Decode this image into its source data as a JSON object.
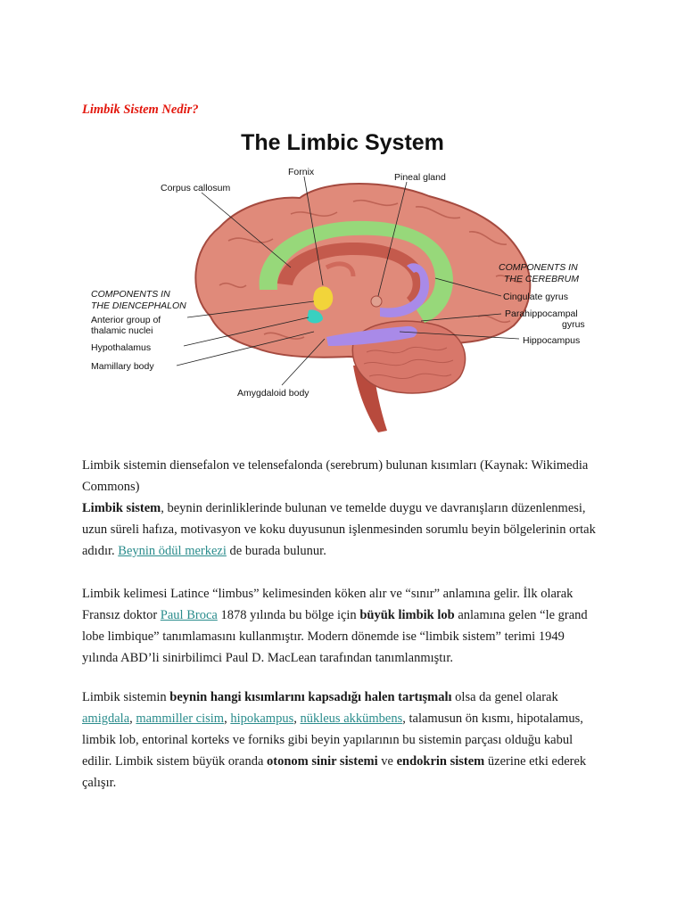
{
  "heading": "Limbik Sistem Nedir?",
  "figure": {
    "title": "The Limbic System",
    "group_left": [
      "COMPONENTS IN",
      "THE DIENCEPHALON"
    ],
    "group_right": [
      "COMPONENTS IN",
      "THE CEREBRUM"
    ],
    "labels": {
      "fornix": "Fornix",
      "pineal": "Pineal gland",
      "corpus": "Corpus callosum",
      "anterior": [
        "Anterior group of",
        "thalamic nuclei"
      ],
      "hypothalamus": "Hypothalamus",
      "mamillary": "Mamillary body",
      "amygdaloid": "Amygdaloid body",
      "cingulate": "Cingulate gyrus",
      "parahippocampal": [
        "Parahippocampal",
        "gyrus"
      ],
      "hippocampus": "Hippocampus"
    }
  },
  "caption": "Limbik sistemin diensefalon ve telensefalonda (serebrum) bulunan kısımları (Kaynak: Wikimedia Commons)",
  "p1": {
    "bold": "Limbik sistem",
    "t1": ", beynin derinliklerinde bulunan ve temelde duygu ve davranışların düzenlenmesi, uzun süreli hafıza, motivasyon ve koku duyusunun işlenmesinden sorumlu beyin bölgelerinin ortak adıdır. ",
    "link": "Beynin ödül merkezi",
    "t2": " de burada bulunur."
  },
  "p2": {
    "t1": "Limbik kelimesi Latince “limbus” kelimesinden köken alır ve “sınır” anlamına gelir. İlk olarak Fransız doktor ",
    "link": "Paul Broca",
    "t2": " 1878 yılında bu bölge için ",
    "bold": "büyük limbik lob",
    "t3": " anlamına gelen “le grand lobe limbique” tanımlamasını kullanmıştır. Modern dönemde ise “limbik sistem” terimi 1949 yılında ABD’li sinirbilimci Paul D. MacLean tarafından tanımlanmıştır."
  },
  "p3": {
    "t1": "Limbik sistemin ",
    "bold1": "beynin hangi kısımlarını kapsadığı halen tartışmalı",
    "t2": " olsa da genel olarak ",
    "link1": "amigdala",
    "sep1": ", ",
    "link2": "mammiller cisim",
    "sep2": ", ",
    "link3": "hipokampus",
    "sep3": ", ",
    "link4": "nükleus akkümbens",
    "t3": ", talamusun ön kısmı, hipotalamus, limbik lob, entorinal korteks ve forniks gibi beyin yapılarının bu sistemin parçası olduğu kabul edilir. Limbik sistem büyük oranda ",
    "bold2": "otonom sinir sistemi",
    "t4": " ve ",
    "bold3": "endokrin sistem",
    "t5": " üzerine etki ederek çalışır."
  }
}
